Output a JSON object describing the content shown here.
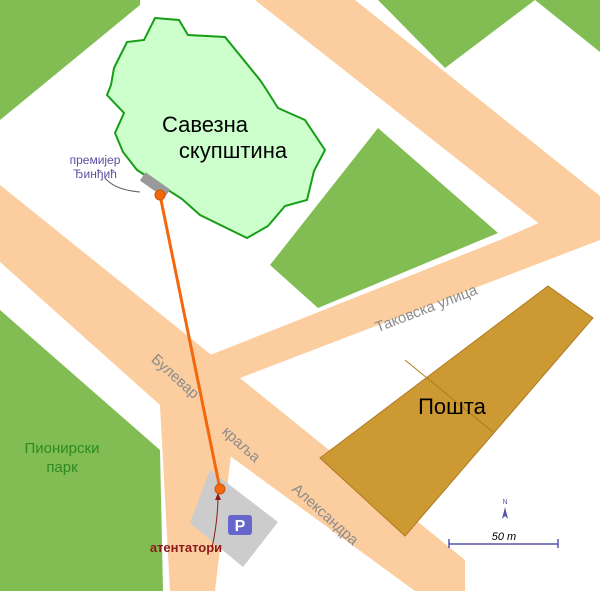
{
  "map": {
    "building_parliament": {
      "line1": "Савезна",
      "line2": "скупштина"
    },
    "building_post": {
      "label": "Пошта"
    },
    "park": {
      "line1": "Пионирски",
      "line2": "парк"
    },
    "street_takovska": {
      "label": "Таковска улица"
    },
    "street_boulevard": {
      "word1": "Булевар",
      "word2": "краља",
      "word3": "Александра"
    },
    "victim": {
      "line1": "премијер",
      "line2": "Ђинђић"
    },
    "attackers": {
      "label": "атентатори"
    },
    "parking": {
      "label": "P"
    },
    "scale": {
      "label": "50 m",
      "value_m": 50
    },
    "north": {
      "label": "N"
    }
  },
  "colors": {
    "road": "#fbcd9f",
    "green": "#81bd52",
    "parliament_fill": "#ccffcc",
    "parliament_stroke": "#169e16",
    "post": "#cc9933",
    "shot_line": "#f4670b",
    "parking_lot": "#cccccc",
    "parking_sign": "#6666cc",
    "park_text": "#2e8b22",
    "victim_text": "#5a4fa0",
    "attackers_text": "#8b1a1a",
    "street_text": "#8c8c8c",
    "scale": "#5656aa"
  }
}
